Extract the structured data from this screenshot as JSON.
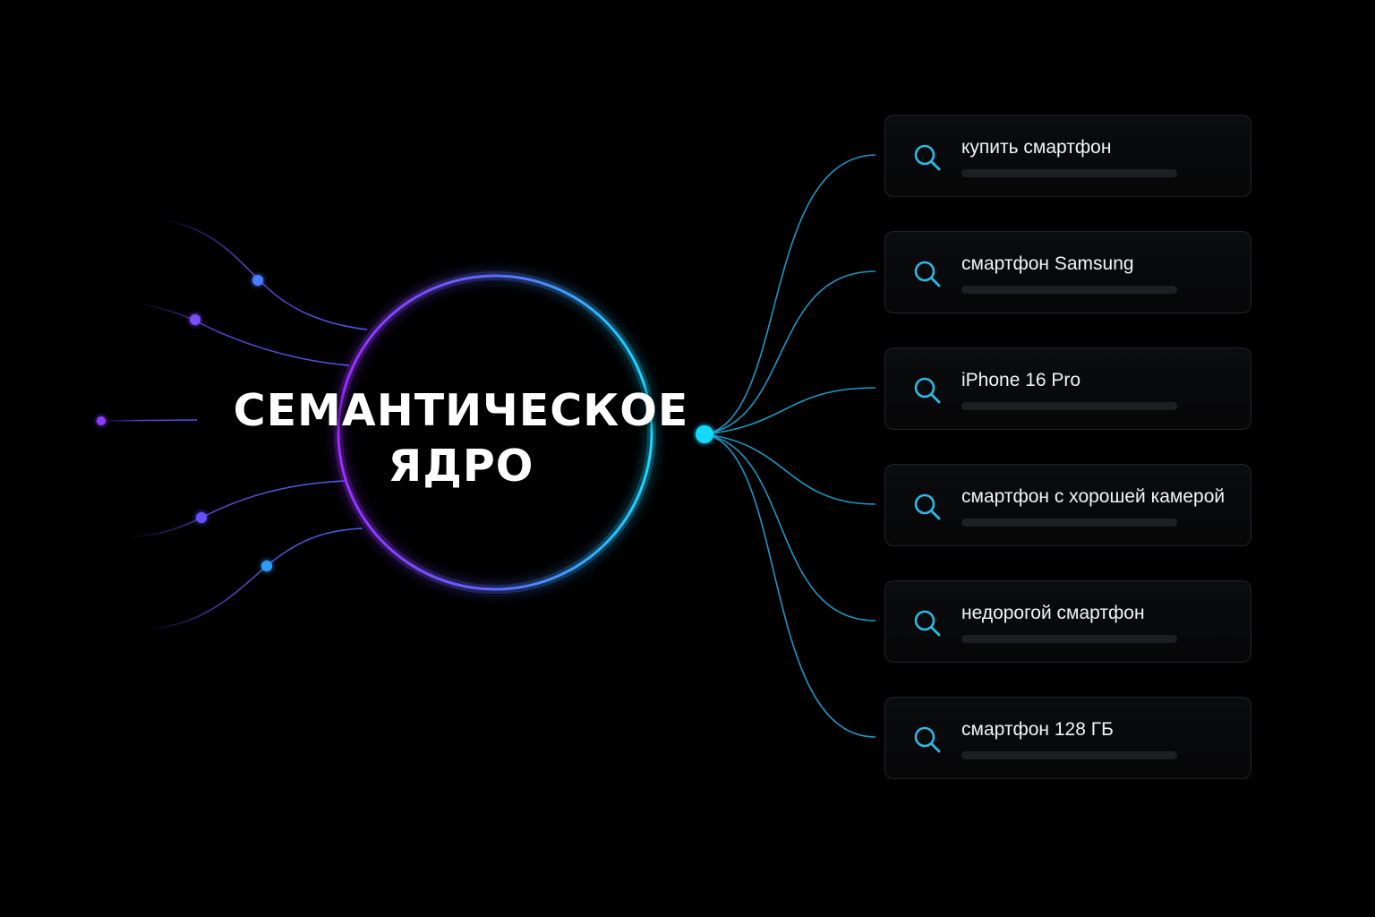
{
  "core": {
    "title_line1": "СЕМАНТИЧЕСКОЕ",
    "title_line2": "ЯДРО"
  },
  "queries": [
    {
      "text": "купить смартфон"
    },
    {
      "text": "смартфон Samsung"
    },
    {
      "text": "iPhone 16 Pro"
    },
    {
      "text": "смартфон с хорошей камерой"
    },
    {
      "text": "недорогой смартфон"
    },
    {
      "text": "смартфон 128 ГБ"
    }
  ],
  "colors": {
    "background": "#000000",
    "ring_purple": "#8a3dff",
    "ring_blue": "#3f7bff",
    "ring_cyan": "#19d6ff",
    "connector": "#20a8d8",
    "hub": "#19d6ff",
    "text": "#ffffff"
  }
}
